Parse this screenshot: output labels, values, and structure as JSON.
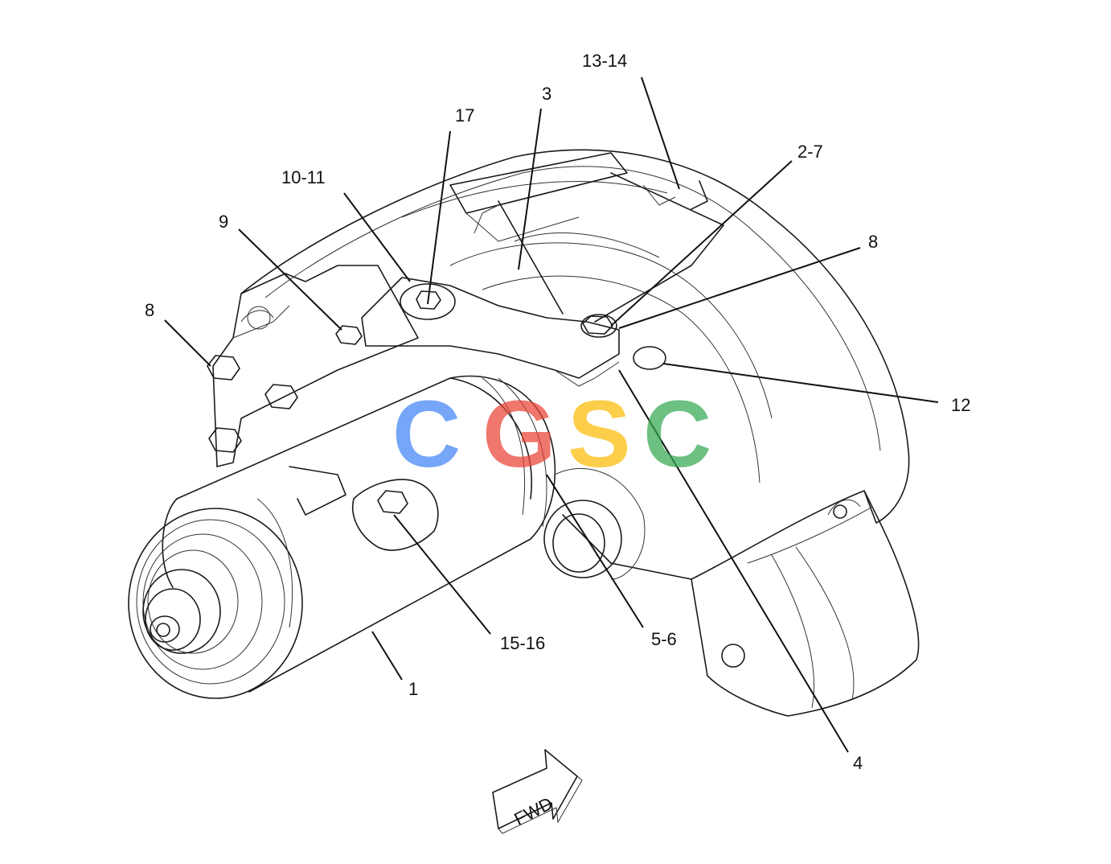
{
  "figure": {
    "callouts": [
      {
        "id": "c1",
        "label": "1"
      },
      {
        "id": "c2_7",
        "label": "2-7"
      },
      {
        "id": "c3",
        "label": "3"
      },
      {
        "id": "c4",
        "label": "4"
      },
      {
        "id": "c5_6",
        "label": "5-6"
      },
      {
        "id": "c8_right",
        "label": "8"
      },
      {
        "id": "c8_left",
        "label": "8"
      },
      {
        "id": "c9",
        "label": "9"
      },
      {
        "id": "c10_11",
        "label": "10-11"
      },
      {
        "id": "c12",
        "label": "12"
      },
      {
        "id": "c13_14",
        "label": "13-14"
      },
      {
        "id": "c15_16",
        "label": "15-16"
      },
      {
        "id": "c17",
        "label": "17"
      }
    ],
    "direction_arrow": {
      "label": "FWD"
    },
    "watermark": {
      "letters": [
        "C",
        "G",
        "S",
        "C"
      ],
      "colors": [
        "#4285f4",
        "#ea4335",
        "#fbbc05",
        "#34a853"
      ]
    }
  }
}
